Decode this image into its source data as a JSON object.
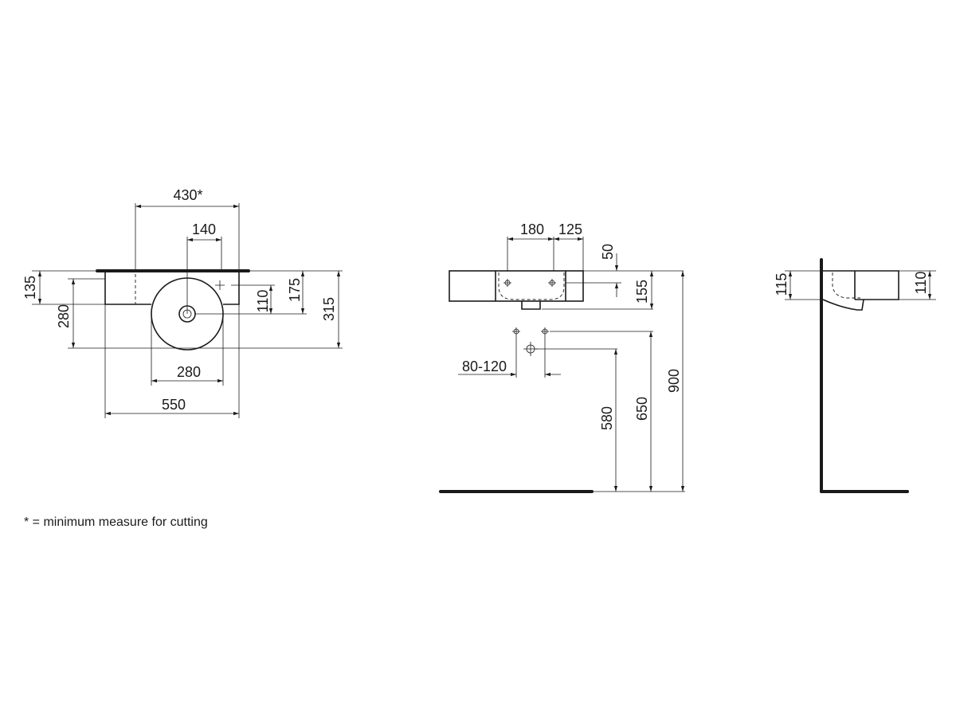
{
  "plan_view": {
    "dims": {
      "top_width": "430*",
      "tap_offset": "140",
      "bowl_diameter": "280",
      "overall_width": "550",
      "left_135": "135",
      "left_280": "280",
      "right_110": "110",
      "right_175": "175",
      "right_315": "315"
    }
  },
  "front_view": {
    "dims": {
      "d180": "180",
      "d125": "125",
      "d50": "50",
      "d155": "155",
      "d80_120": "80-120",
      "d580": "580",
      "d650": "650",
      "d900": "900"
    }
  },
  "side_view": {
    "dims": {
      "d115": "115",
      "d110": "110"
    }
  },
  "footnote": "* = minimum measure for cutting"
}
